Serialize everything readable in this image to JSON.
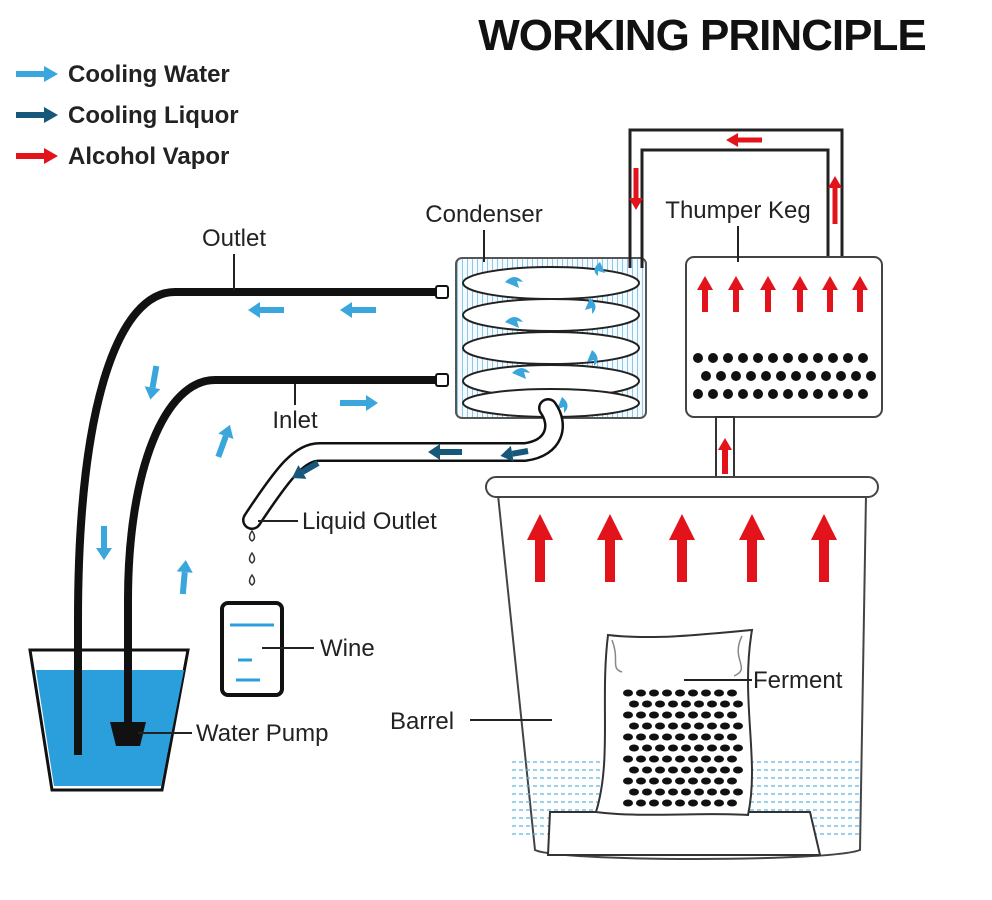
{
  "title": "WORKING PRINCIPLE",
  "legend": [
    {
      "label": "Cooling Water",
      "color": "#3aa6dc",
      "icon": "light-blue-arrow-icon"
    },
    {
      "label": "Cooling Liquor",
      "color": "#17577a",
      "icon": "dark-blue-arrow-icon"
    },
    {
      "label": "Alcohol Vapor",
      "color": "#e3131b",
      "icon": "red-arrow-icon"
    }
  ],
  "labels": {
    "condenser": "Condenser",
    "thumper_keg": "Thumper Keg",
    "outlet": "Outlet",
    "inlet": "Inlet",
    "liquid_outlet": "Liquid Outlet",
    "wine": "Wine",
    "ferment": "Ferment",
    "barrel": "Barrel",
    "water_pump": "Water Pump"
  },
  "colors": {
    "cooling_water": "#3aa6dc",
    "cooling_liquor": "#17577a",
    "alcohol_vapor": "#e3131b",
    "bucket_water": "#2b9fdb",
    "pipe": "#111111"
  }
}
